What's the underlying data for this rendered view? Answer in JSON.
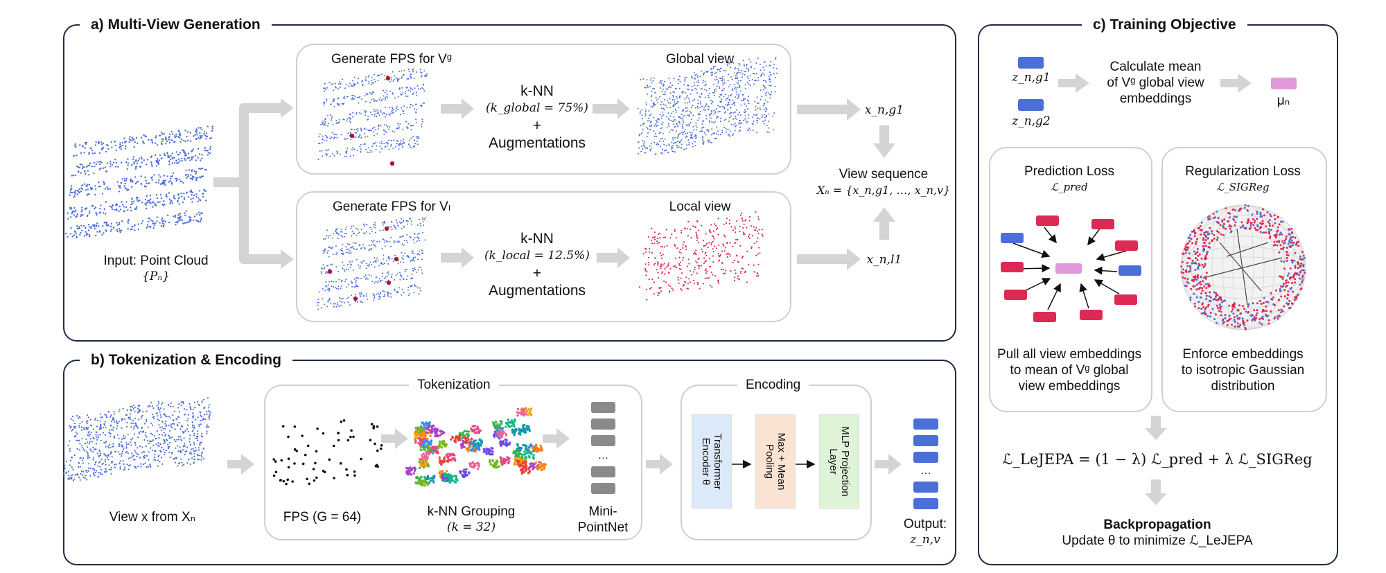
{
  "panels": {
    "a": {
      "title": "a) Multi-View Generation",
      "input_line1": "Input: Point Cloud",
      "input_line2": "{Pₙ}",
      "global_fps": "Generate FPS for Vᵍ",
      "global_view": "Global view",
      "global_knn": "k-NN",
      "global_k": "(k_global = 75%)",
      "global_plus": "+",
      "global_aug": "Augmentations",
      "local_fps": "Generate FPS for Vₗ",
      "local_view": "Local view",
      "local_knn": "k-NN",
      "local_k": "(k_local = 12.5%)",
      "local_plus": "+",
      "local_aug": "Augmentations",
      "x_global": "x_n,g1",
      "x_local": "x_n,l1",
      "seq_title": "View sequence",
      "seq_formula": "Xₙ = {x_n,g1, …, x_n,v}"
    },
    "b": {
      "title": "b) Tokenization & Encoding",
      "view_label": "View x from Xₙ",
      "tokenization": "Tokenization",
      "fps_label": "FPS (G = 64)",
      "knn_label": "k-NN Grouping",
      "knn_k": "(k = 32)",
      "mini1": "Mini-",
      "mini2": "PointNet",
      "ellipsis": "…",
      "encoding": "Encoding",
      "enc1": "Transformer Encoder θ",
      "enc2": "Max + Mean Pooling",
      "enc3": "MLP Projection Layer",
      "out1": "Output:",
      "out2": "z_n,v"
    },
    "c": {
      "title": "c) Training Objective",
      "z1": "z_n,g1",
      "z2": "z_n,g2",
      "calc1": "Calculate mean",
      "calc2": "of Vᵍ global view",
      "calc3": "embeddings",
      "mu": "μₙ",
      "pred_title": "Prediction Loss",
      "pred_sym": "ℒ_pred",
      "pred_d1": "Pull all view embeddings",
      "pred_d2": "to mean of Vᵍ global",
      "pred_d3": "view embeddings",
      "reg_title": "Regularization Loss",
      "reg_sym": "ℒ_SIGReg",
      "reg_d1": "Enforce embeddings",
      "reg_d2": "to isotropic Gaussian",
      "reg_d3": "distribution",
      "formula": "ℒ_LeJEPA = (1 − λ) ℒ_pred + λ ℒ_SIGReg",
      "bp_title": "Backpropagation",
      "bp_text": "Update θ to minimize ℒ_LeJEPA"
    }
  },
  "colors": {
    "frame": "#1c2b45",
    "subframe": "#cfcfcf",
    "point_blue": "#4a6fd8",
    "point_red": "#dd2a55",
    "mean_pink": "#e09ad9",
    "arrow_grey": "#d4d4d4",
    "encoder_blue": "#dce9f8",
    "pooling_orange": "#fbe3d3",
    "projection_green": "#dff3d8"
  }
}
